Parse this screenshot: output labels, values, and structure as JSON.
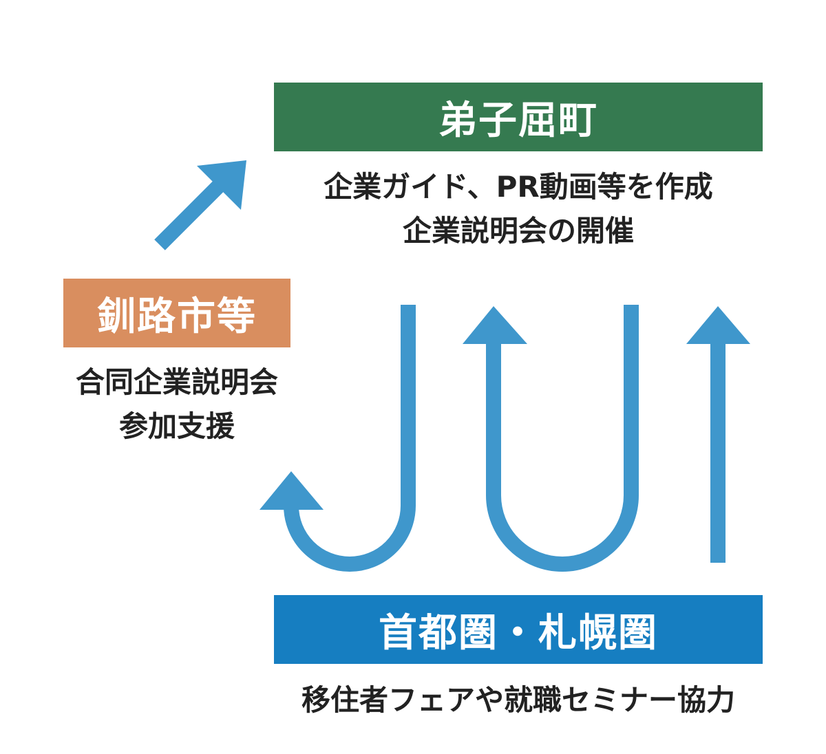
{
  "colors": {
    "green": "#357A50",
    "orange": "#D98E5F",
    "blue_box": "#167EC1",
    "arrow": "#3F97CC"
  },
  "top": {
    "title": "弟子屈町",
    "lines": [
      "企業ガイド、PR動画等を作成",
      "企業説明会の開催"
    ]
  },
  "left": {
    "title": "釧路市等",
    "lines": [
      "合同企業説明会",
      "参加支援"
    ]
  },
  "bottom": {
    "title": "首都圏・札幌圏",
    "lines": [
      "移住者フェアや就職セミナー協力"
    ]
  }
}
